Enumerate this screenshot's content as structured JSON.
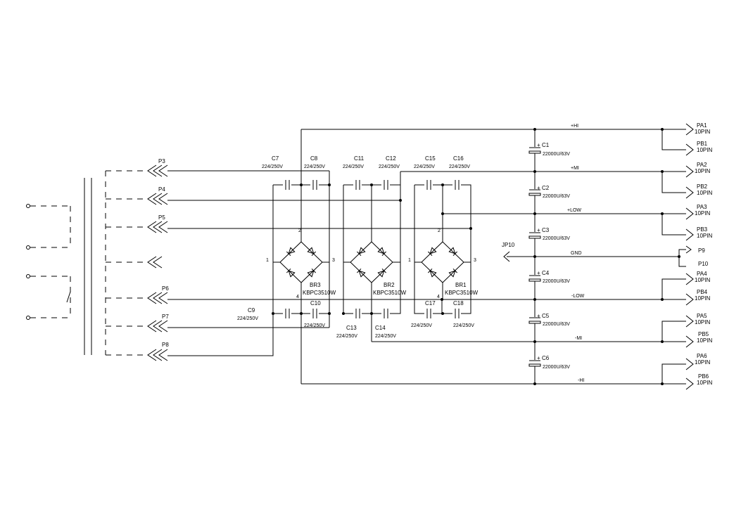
{
  "connectors_left": [
    "P3",
    "P4",
    "P5",
    "P6",
    "P7",
    "P8"
  ],
  "caps": {
    "c7": "C7",
    "c8": "C8",
    "c11": "C11",
    "c12": "C12",
    "c15": "C15",
    "c16": "C16",
    "c9": "C9",
    "c10": "C10",
    "c13": "C13",
    "c14": "C14",
    "c17": "C17",
    "c18": "C18",
    "rating": "224/250V"
  },
  "bridges": {
    "br1": "BR1",
    "br2": "BR2",
    "br3": "BR3",
    "part": "KBPC3510W",
    "pin1": "1",
    "pin2": "2",
    "pin3": "3",
    "pin4": "4"
  },
  "electrolytics": {
    "names": [
      "C1",
      "C2",
      "C3",
      "C4",
      "C5",
      "C6"
    ],
    "value": "22000U/63V",
    "plus": "+"
  },
  "rails": {
    "hi_pos": "+HI",
    "mi_pos": "+MI",
    "low_pos": "+LOW",
    "gnd": "GND",
    "low_neg": "-LOW",
    "mi_neg": "-MI",
    "hi_neg": "-HI"
  },
  "jumper": "JP10",
  "connectors_right": {
    "pa1": "PA1",
    "pb1": "PB1",
    "pa2": "PA2",
    "pb2": "PB2",
    "pa3": "PA3",
    "pb3": "PB3",
    "p9": "P9",
    "p10": "P10",
    "pa4": "PA4",
    "pb4": "PB4",
    "pa5": "PA5",
    "pb5": "PB5",
    "pa6": "PA6",
    "pb6": "PB6",
    "pin_label": "10PIN"
  }
}
